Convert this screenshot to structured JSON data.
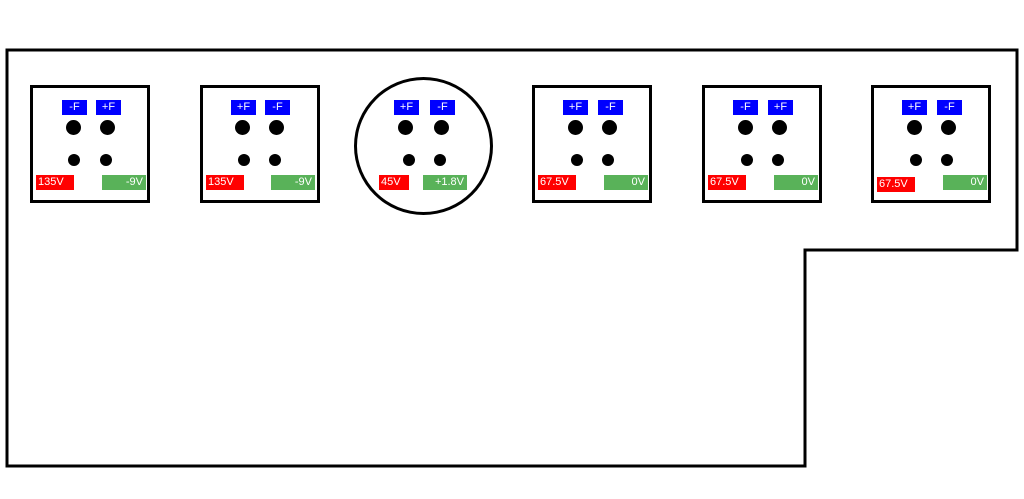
{
  "board": {
    "outline_color": "#000000",
    "sockets": [
      {
        "shape": "square",
        "fil_left": "-F",
        "fil_right": "+F",
        "plate": "135V",
        "grid": "-9V"
      },
      {
        "shape": "square",
        "fil_left": "+F",
        "fil_right": "-F",
        "plate": "135V",
        "grid": "-9V"
      },
      {
        "shape": "round",
        "fil_left": "+F",
        "fil_right": "-F",
        "plate": "45V",
        "grid": "+1.8V"
      },
      {
        "shape": "square",
        "fil_left": "+F",
        "fil_right": "-F",
        "plate": "67.5V",
        "grid": "0V"
      },
      {
        "shape": "square",
        "fil_left": "-F",
        "fil_right": "+F",
        "plate": "67.5V",
        "grid": "0V"
      },
      {
        "shape": "square",
        "fil_left": "+F",
        "fil_right": "-F",
        "plate": "67.5V",
        "grid": "0V"
      }
    ]
  },
  "colors": {
    "filament_tag": "#0000ff",
    "plate_tag": "#ff0000",
    "grid_tag": "#59b259",
    "tag_text": "#ffffff",
    "pin": "#000000"
  }
}
